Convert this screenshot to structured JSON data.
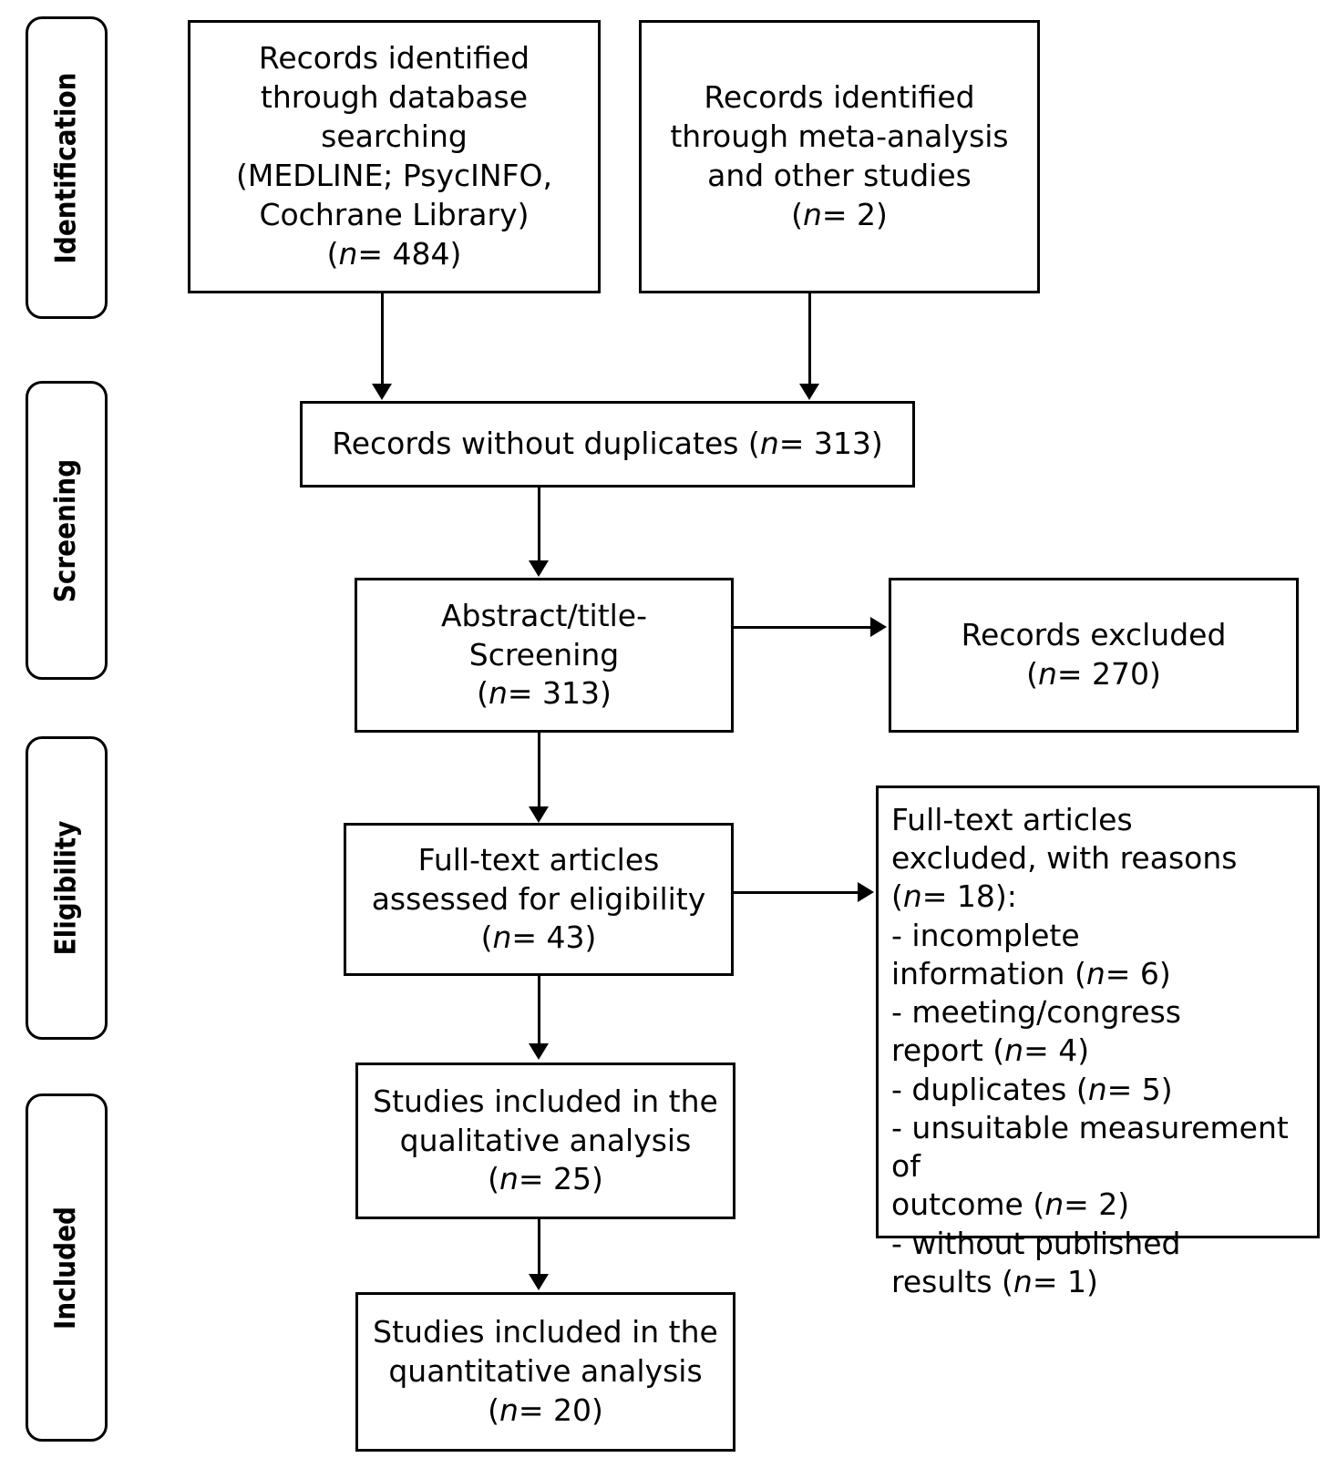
{
  "diagram": {
    "title": "PRISMA study selection flow diagram",
    "stages": [
      {
        "label": "Identification"
      },
      {
        "label": "Screening"
      },
      {
        "label": "Eligibility"
      },
      {
        "label": "Included"
      }
    ],
    "boxes": {
      "database_records": {
        "text": "Records identified\nthrough database\nsearching\n(MEDLINE;  PsycINFO,\nCochrane Library)\n(",
        "n_prefix": "n",
        "n_value": "= 484)"
      },
      "other_records": {
        "text": "Records identified\nthrough meta-analysis\nand other studies\n(",
        "n_prefix": "n",
        "n_value": "= 2)"
      },
      "without_duplicates": {
        "text": "Records without duplicates (",
        "n_prefix": "n",
        "n_value": "= 313)"
      },
      "abstract_title_screening": {
        "text": "Abstract/title-\nScreening\n(",
        "n_prefix": "n",
        "n_value": "= 313)"
      },
      "records_excluded": {
        "text": "Records excluded\n(",
        "n_prefix": "n",
        "n_value": "= 270)"
      },
      "fulltext_assessed": {
        "text": "Full-text  articles\nassessed for eligibility\n(",
        "n_prefix": "n",
        "n_value": "= 43)"
      },
      "fulltext_excluded": {
        "line1": "Full-text articles",
        "line2": "excluded, with reasons",
        "line3_pre": "(",
        "line3_n": "n",
        "line3_post": "= 18):",
        "reasons": [
          {
            "line1": "- incomplete",
            "line2_pre": " information (",
            "line2_n": "n",
            "line2_post": "= 6)"
          },
          {
            "line1": "- meeting/congress",
            "line2_pre": " report (",
            "line2_n": "n",
            "line2_post": "= 4)"
          },
          {
            "line1": "- duplicates (",
            "line1_n": "n",
            "line1_post": "= 5)",
            "line2_pre": "",
            "line2_n": "",
            "line2_post": ""
          },
          {
            "line1": "- unsuitable measurement of",
            "line2_pre": " outcome (",
            "line2_n": "n",
            "line2_post": "= 2)"
          },
          {
            "line1": "- without published",
            "line2_pre": " results (",
            "line2_n": "n",
            "line2_post": "= 1)"
          }
        ]
      },
      "qualitative": {
        "text": "Studies included in the\nqualitative analysis\n(",
        "n_prefix": "n",
        "n_value": "= 25)"
      },
      "quantitative": {
        "text": "Studies included in the\nquantitative analysis\n(",
        "n_prefix": "n",
        "n_value": "= 20)"
      }
    },
    "colors": {
      "line": "#000000",
      "background": "#ffffff",
      "text": "#000000"
    }
  }
}
